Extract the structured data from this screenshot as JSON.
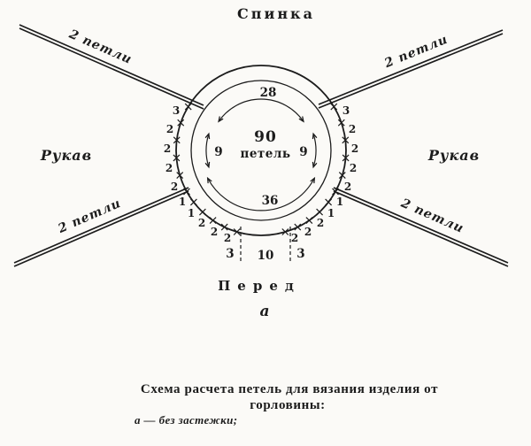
{
  "colors": {
    "ink": "#1c1c1c",
    "paper": "#fbfaf7"
  },
  "labels": {
    "back": "Спинка",
    "sleeve_left": "Рукав",
    "sleeve_right": "Рукав",
    "front": "Перед",
    "variant": "а",
    "raglan_top_left": "2 петли",
    "raglan_top_right": "2 петли",
    "raglan_bottom_left": "2 петли",
    "raglan_bottom_right": "2 петли"
  },
  "circle": {
    "total": "90",
    "total_unit": "петель",
    "back_stitches": "28",
    "front_stitches": "36",
    "sleeve_left_stitches": "9",
    "sleeve_right_stitches": "9"
  },
  "edge_numbers": {
    "left": [
      "3",
      "2",
      "2",
      "2",
      "2"
    ],
    "right": [
      "3",
      "2",
      "2",
      "2",
      "2"
    ],
    "bottom_left": [
      "1",
      "1",
      "2",
      "2",
      "2"
    ],
    "bottom_right": [
      "2",
      "2",
      "2",
      "1",
      "1"
    ],
    "bottom_groups": [
      "3",
      "10",
      "3"
    ]
  },
  "caption": {
    "line1": "Схема расчета петель для вязания изделия от",
    "line2": "горловины:",
    "note": "а — без застежки;"
  }
}
